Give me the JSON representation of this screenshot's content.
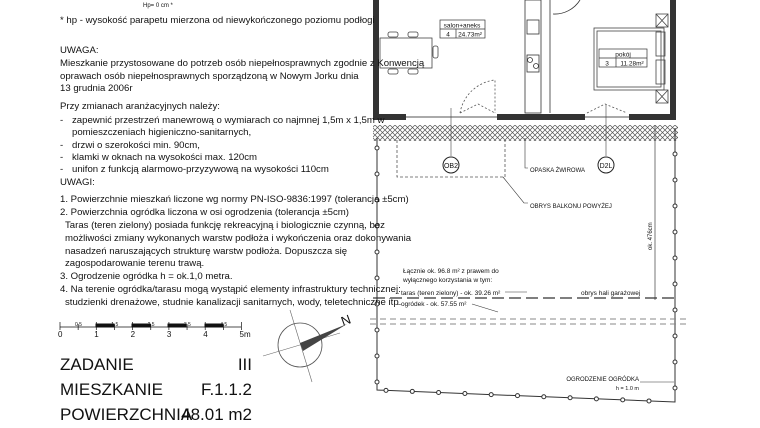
{
  "notes": {
    "hp_value": "Hp= 0 cm *",
    "hp_note": "* hp - wysokość parapetu mierzona od niewykończonego poziomu podłogi",
    "uwaga_title": "UWAGA:",
    "uwaga_lines": [
      "Mieszkanie przystosowane do potrzeb osób niepełnosprawnych zgodnie z Konwencją",
      "oprawach osób niepełnosprawnych sporządzoną w Nowym Jorku dnia",
      "13 grudnia 2006r"
    ],
    "changes_title": "Przy zmianach aranżacyjnych należy:",
    "changes": [
      "zapewnić przestrzeń manewrową o wymiarach co najmnej 1,5m x 1,5m w",
      "pomieszczeniach higieniczno-sanitarnych,",
      "drzwi o szerokości min. 90cm,",
      "klamki w oknach na wysokości max. 120cm",
      "unifon z funkcją alarmowo-przyzywową na wysokości 110cm"
    ],
    "uwagi_title": "UWAGI:",
    "uwagi": [
      "1. Powierzchnie mieszkań liczone wg normy PN-ISO-9836:1997 (tolerancja ±5cm)",
      "2. Powierzchnia ogródka liczona w osi ogrodzenia (tolerancja ±5cm)",
      "Taras (teren zielony) posiada funkcję rekreacyjną i biologicznie czynną, bez",
      "możliwości zmiany wykonanych warstw podłoża i wykończenia oraz dokonywania",
      "nasadzeń naruszających strukturę warstw podłoża. Dopuszcza się",
      "zagospodarowanie terenu trawą.",
      "3. Ogrodzenie ogródka h = ok.1,0 metra.",
      "4. Na terenie ogródka/tarasu mogą wystąpić elementy infrastruktury technicznej:",
      "studzienki drenażowe, studnie kanalizacji sanitarnych, wody, teletechniczne itp."
    ]
  },
  "scale": {
    "major": [
      "0",
      "1",
      "2",
      "3",
      "4",
      "5m"
    ],
    "minor": [
      "0.5",
      "1.5",
      "2.5",
      "3.5",
      "4.5"
    ]
  },
  "info": [
    {
      "label": "ZADANIE",
      "value": "III"
    },
    {
      "label": "MIESZKANIE",
      "value": "F.1.1.2"
    },
    {
      "label": "POWIERZCHNIA",
      "value": "48.01 m2"
    }
  ],
  "compass": {
    "north_label": "N"
  },
  "plan": {
    "rooms": [
      {
        "name": "salon+aneks",
        "number": "4",
        "area": "24.73m²"
      },
      {
        "name": "pokój",
        "number": "3",
        "area": "11.28m²"
      }
    ],
    "tags": [
      "OB2",
      "D2L"
    ],
    "labels": {
      "gravel": "OPASKA ŻWIROWA",
      "balcony": "OBRYS BALKONU POWYŻEJ",
      "dimension": "ok. 476cm",
      "garage": "obrys hali garażowej",
      "fence": "OGRODZENIE OGRÓDKA",
      "fence_h": "h = 1.0 m"
    },
    "area_lines": [
      "Łącznie ok. 96.8 m² z prawem do",
      "wyłącznego korzystania w tym:",
      "- taras (teren zielony) - ok. 39.26 m²",
      "- ogródek - ok. 57.55 m²"
    ]
  }
}
